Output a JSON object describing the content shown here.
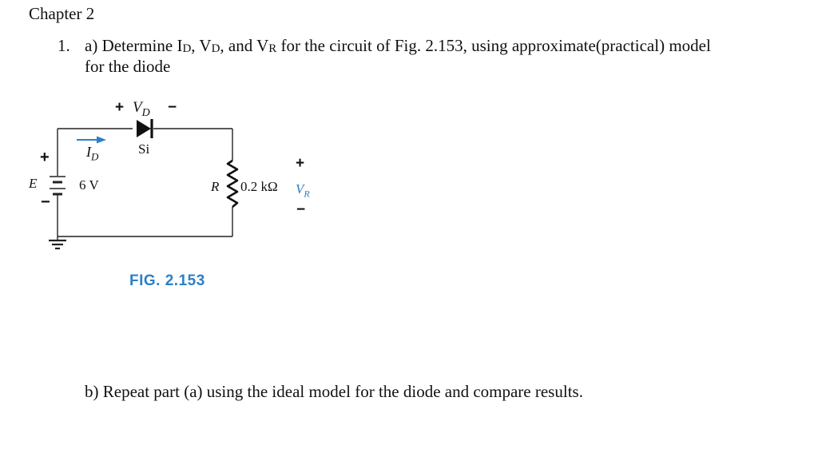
{
  "header": {
    "chapter": "Chapter 2"
  },
  "question": {
    "number": "1.",
    "part_a": {
      "prefix": "a) Determine I",
      "sub1": "D",
      "sep1": ", V",
      "sub2": "D",
      "sep2": ", and V",
      "sub3": "R",
      "rest": " for the circuit of Fig. 2.153, using approximate(practical) model",
      "line2": "for the diode"
    },
    "part_b": "b) Repeat part (a) using the ideal model for the diode and compare results."
  },
  "figure": {
    "caption": "FIG. 2.153",
    "plus": "+",
    "minus": "−",
    "vd_main": "V",
    "vd_sub": "D",
    "id_main": "I",
    "id_sub": "D",
    "diode_material": "Si",
    "source_name": "E",
    "source_value": "6 V",
    "resistor_name": "R",
    "resistor_value": "0.2 kΩ",
    "vr_main": "V",
    "vr_sub": "R",
    "colors": {
      "accent": "#2d7fc7",
      "wire": "#222222"
    }
  }
}
